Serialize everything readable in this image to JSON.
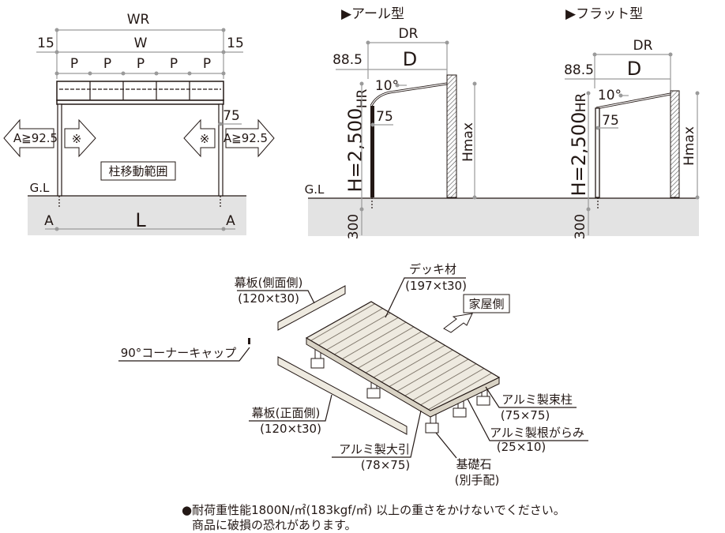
{
  "front_view": {
    "wr": "WR",
    "w": "W",
    "margin_left": "15",
    "margin_right": "15",
    "pitch": [
      "P",
      "P",
      "P",
      "P",
      "P"
    ],
    "post_size": "75",
    "clearance_left": "A≧92.5",
    "clearance_right": "A≧92.5",
    "mark_left": "※",
    "mark_right": "※",
    "move_range": "柱移動範囲",
    "gl": "G.L",
    "a_left": "A",
    "l": "L",
    "a_right": "A"
  },
  "r_type": {
    "title": "▶アール型",
    "dr": "DR",
    "offset": "88.5",
    "d": "D",
    "angle": "10°",
    "hr": "HR",
    "h": "H=2,500",
    "post": "75",
    "hmax": "Hmax",
    "gl": "G.L",
    "depth": "300"
  },
  "flat_type": {
    "title": "▶フラット型",
    "dr": "DR",
    "offset": "88.5",
    "d": "D",
    "angle": "10°",
    "hr": "HR",
    "h": "H=2,500",
    "post": "75",
    "hmax": "Hmax",
    "depth": "300"
  },
  "deck": {
    "side_board": "幕板(側面側)",
    "side_board_size": "(120×t30)",
    "deck_material": "デッキ材",
    "deck_material_size": "(197×t30)",
    "house_side": "家屋側",
    "corner_cap": "90°コーナーキャップ",
    "front_board": "幕板(正面側)",
    "front_board_size": "(120×t30)",
    "post": "アルミ製束柱",
    "post_size": "(75×75)",
    "brace": "アルミ製根がらみ",
    "brace_size": "(25×10)",
    "beam": "アルミ製大引",
    "beam_size": "(78×75)",
    "stone": "基礎石",
    "stone_note": "(別手配)"
  },
  "note": {
    "line1": "●耐荷重性能1800N/㎡(183kgf/㎡) 以上の重さをかけないでください。",
    "line2": "商品に破損の恐れがあります。"
  }
}
